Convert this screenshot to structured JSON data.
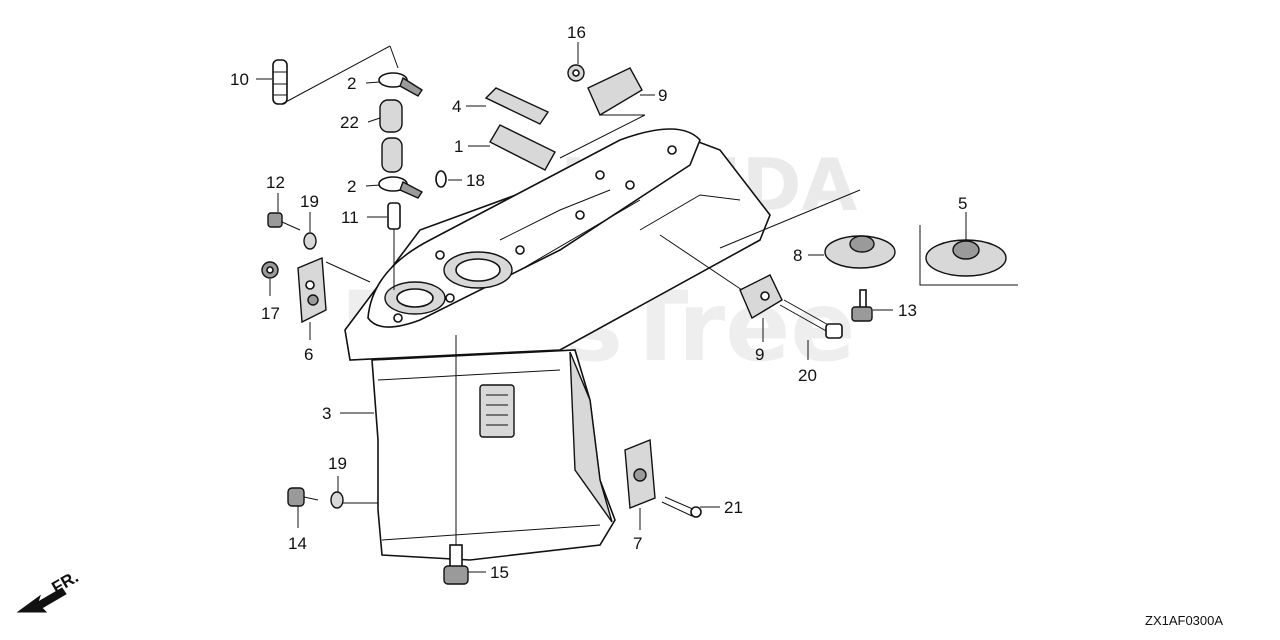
{
  "diagram": {
    "code": "ZX1AF0300A",
    "direction_label": "FR.",
    "watermark": {
      "brand": "HONDA",
      "site": "PartsTree"
    },
    "callouts": {
      "c1": "1",
      "c2a": "2",
      "c2b": "2",
      "c3": "3",
      "c4": "4",
      "c5": "5",
      "c6": "6",
      "c7": "7",
      "c8": "8",
      "c9a": "9",
      "c9b": "9",
      "c10": "10",
      "c11": "11",
      "c12": "12",
      "c13": "13",
      "c14": "14",
      "c15": "15",
      "c16": "16",
      "c17": "17",
      "c18": "18",
      "c19a": "19",
      "c19b": "19",
      "c20": "20",
      "c21": "21",
      "c22": "22"
    }
  }
}
